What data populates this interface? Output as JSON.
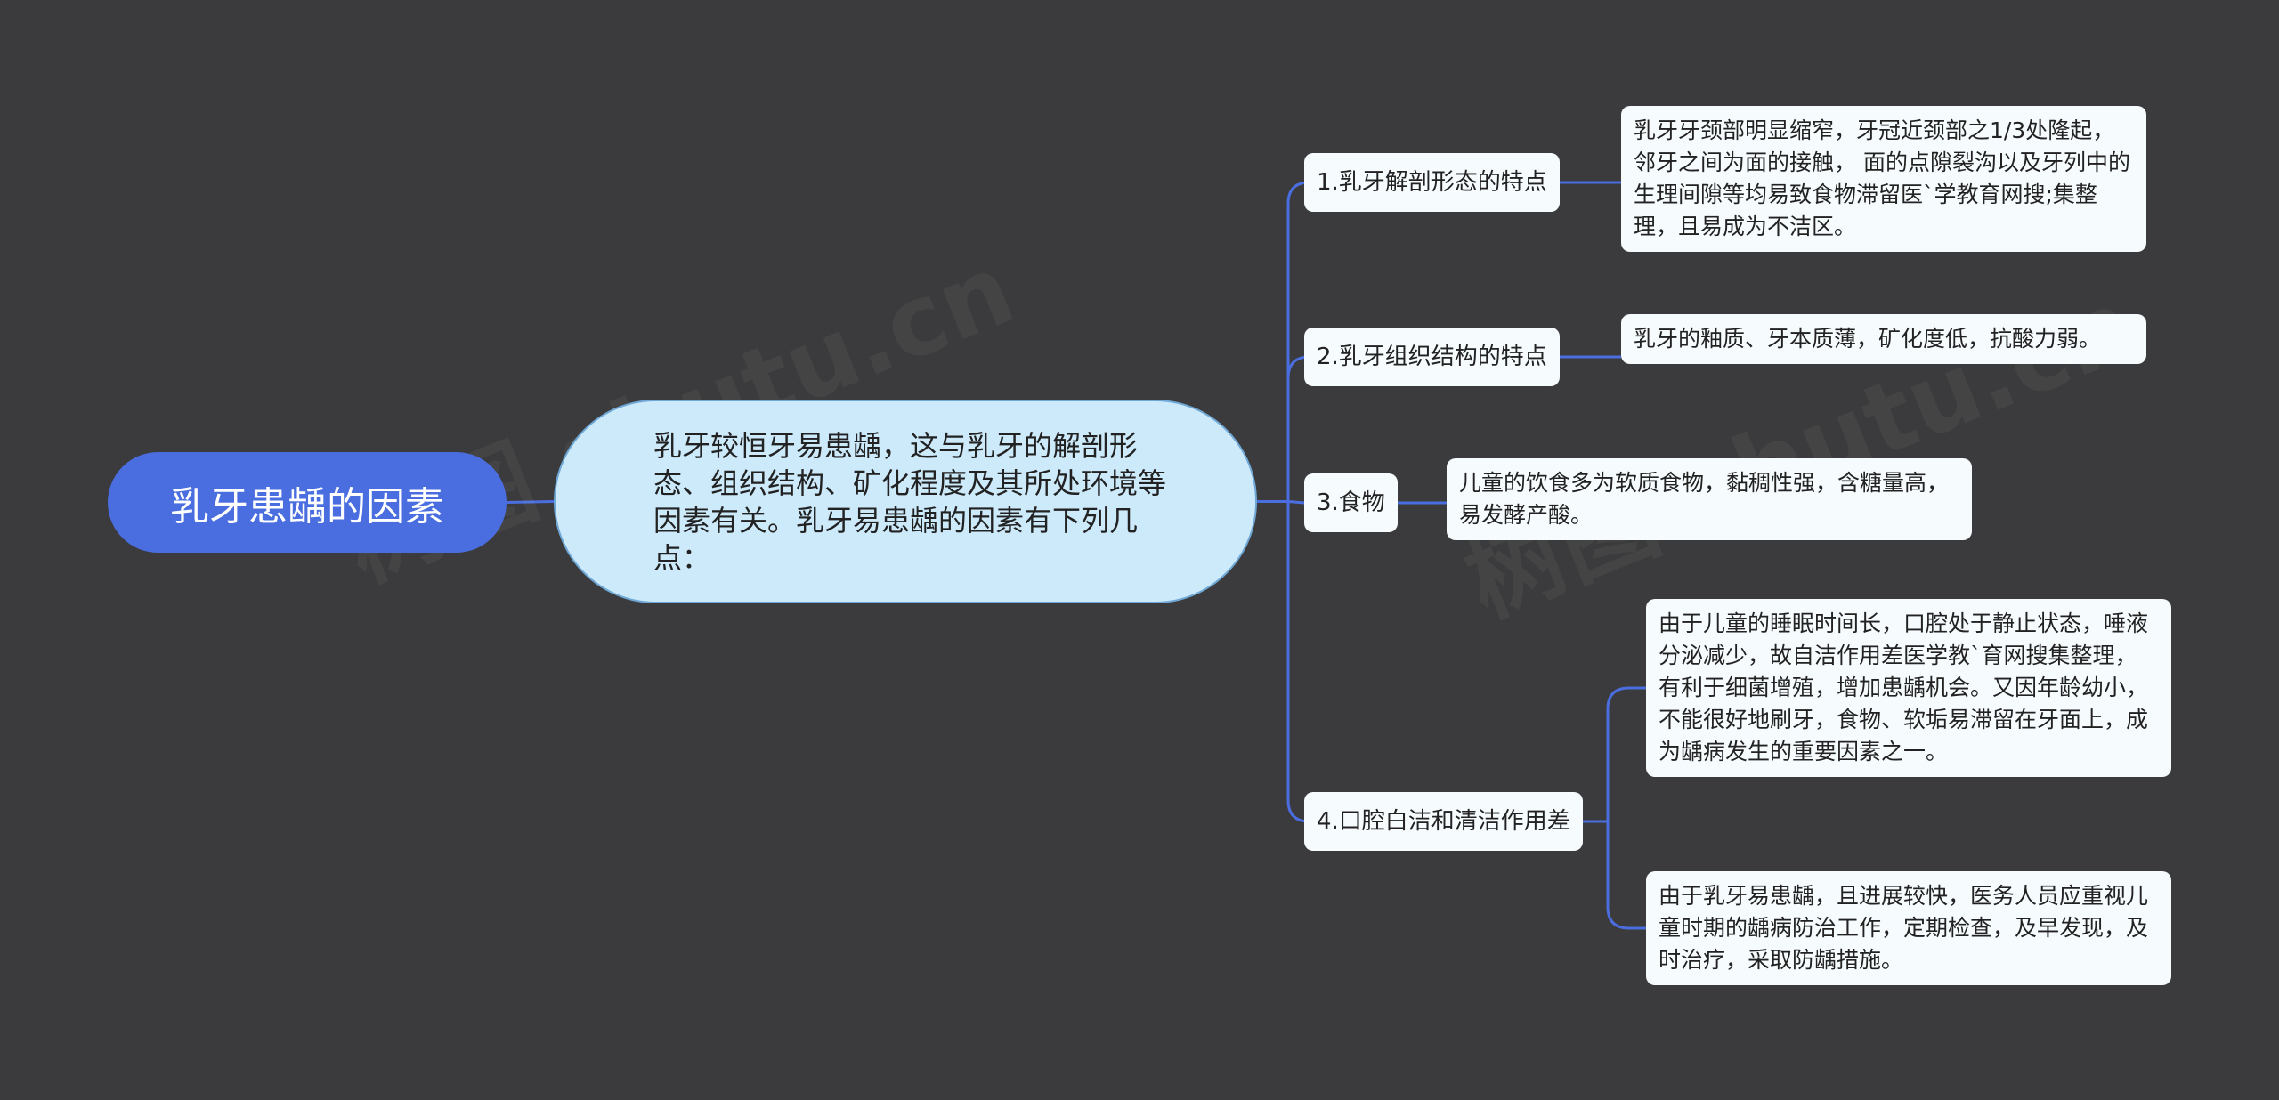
{
  "colors": {
    "background": "#3b3a3c",
    "root_fill": "#4a6ee0",
    "center_fill": "#cdeafb",
    "node_fill": "#f6fbfe",
    "connector": "#4a6ee0"
  },
  "root": {
    "label": "乳牙患龋的因素"
  },
  "center": {
    "label": "乳牙较恒牙易患龋，这与乳牙的解剖形态、组织结构、矿化程度及其所处环境等因素有关。乳牙易患龋的因素有下列几点："
  },
  "branches": [
    {
      "label": "1.乳牙解剖形态的特点",
      "details": [
        "乳牙牙颈部明显缩窄，牙冠近颈部之1/3处隆起，邻牙之间为面的接触， 面的点隙裂沟以及牙列中的生理间隙等均易致食物滞留医`学教育网搜;集整理，且易成为不洁区。"
      ]
    },
    {
      "label": "2.乳牙组织结构的特点",
      "details": [
        "乳牙的釉质、牙本质薄，矿化度低，抗酸力弱。"
      ]
    },
    {
      "label": "3.食物",
      "details": [
        "儿童的饮食多为软质食物，黏稠性强，含糖量高，易发酵产酸。"
      ]
    },
    {
      "label": "4.口腔白洁和清洁作用差",
      "details": [
        "由于儿童的睡眠时间长，口腔处于静止状态，唾液分泌减少，故自洁作用差医学教`育网搜集整理，有利于细菌增殖，增加患龋机会。又因年龄幼小，不能很好地刷牙，食物、软垢易滞留在牙面上，成为龋病发生的重要因素之一。",
        "由于乳牙易患龋，且进展较快，医务人员应重视儿童时期的龋病防治工作，定期检查，及早发现，及时治疗，采取防龋措施。"
      ]
    }
  ]
}
